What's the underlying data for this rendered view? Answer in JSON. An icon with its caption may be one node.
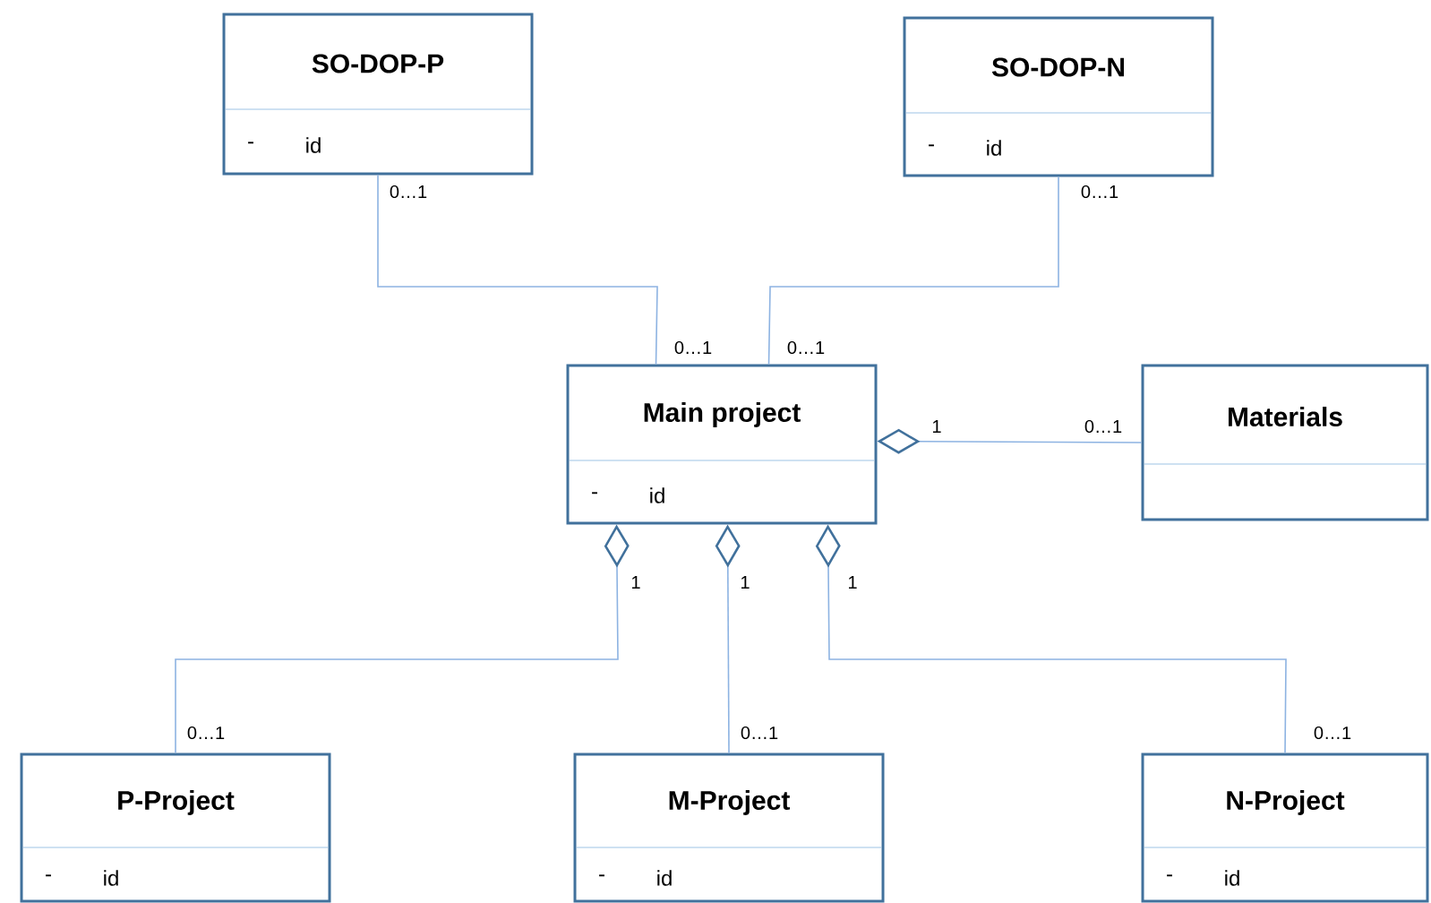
{
  "diagram": {
    "nodes": [
      {
        "text": [
          "SO-DOP-P",
          "-",
          "id"
        ]
      },
      {
        "text": [
          "SO-DOP-N",
          "-",
          "id"
        ]
      },
      {
        "text": [
          "Main project",
          "-",
          "id"
        ]
      },
      {
        "text": [
          "Materials"
        ]
      },
      {
        "text": [
          "P-Project",
          "-",
          "id"
        ]
      },
      {
        "text": [
          "M-Project",
          "-",
          "id"
        ]
      },
      {
        "text": [
          "N-Project",
          "-",
          "id"
        ]
      }
    ],
    "edges": [
      {
        "from": 0,
        "to": 2,
        "arrow": "none"
      },
      {
        "from": 1,
        "to": 2,
        "arrow": "none"
      },
      {
        "from": 3,
        "to": 2,
        "arrow": "other"
      },
      {
        "from": 4,
        "to": 2,
        "arrow": "other"
      },
      {
        "from": 5,
        "to": 2,
        "arrow": "other"
      },
      {
        "from": 6,
        "to": 2,
        "arrow": "other"
      }
    ],
    "labels": [
      "0…1",
      "0…1",
      "0…1",
      "0…1",
      "1",
      "0…1",
      "1",
      "1",
      "1",
      "0…1",
      "0…1",
      "0…1"
    ]
  }
}
